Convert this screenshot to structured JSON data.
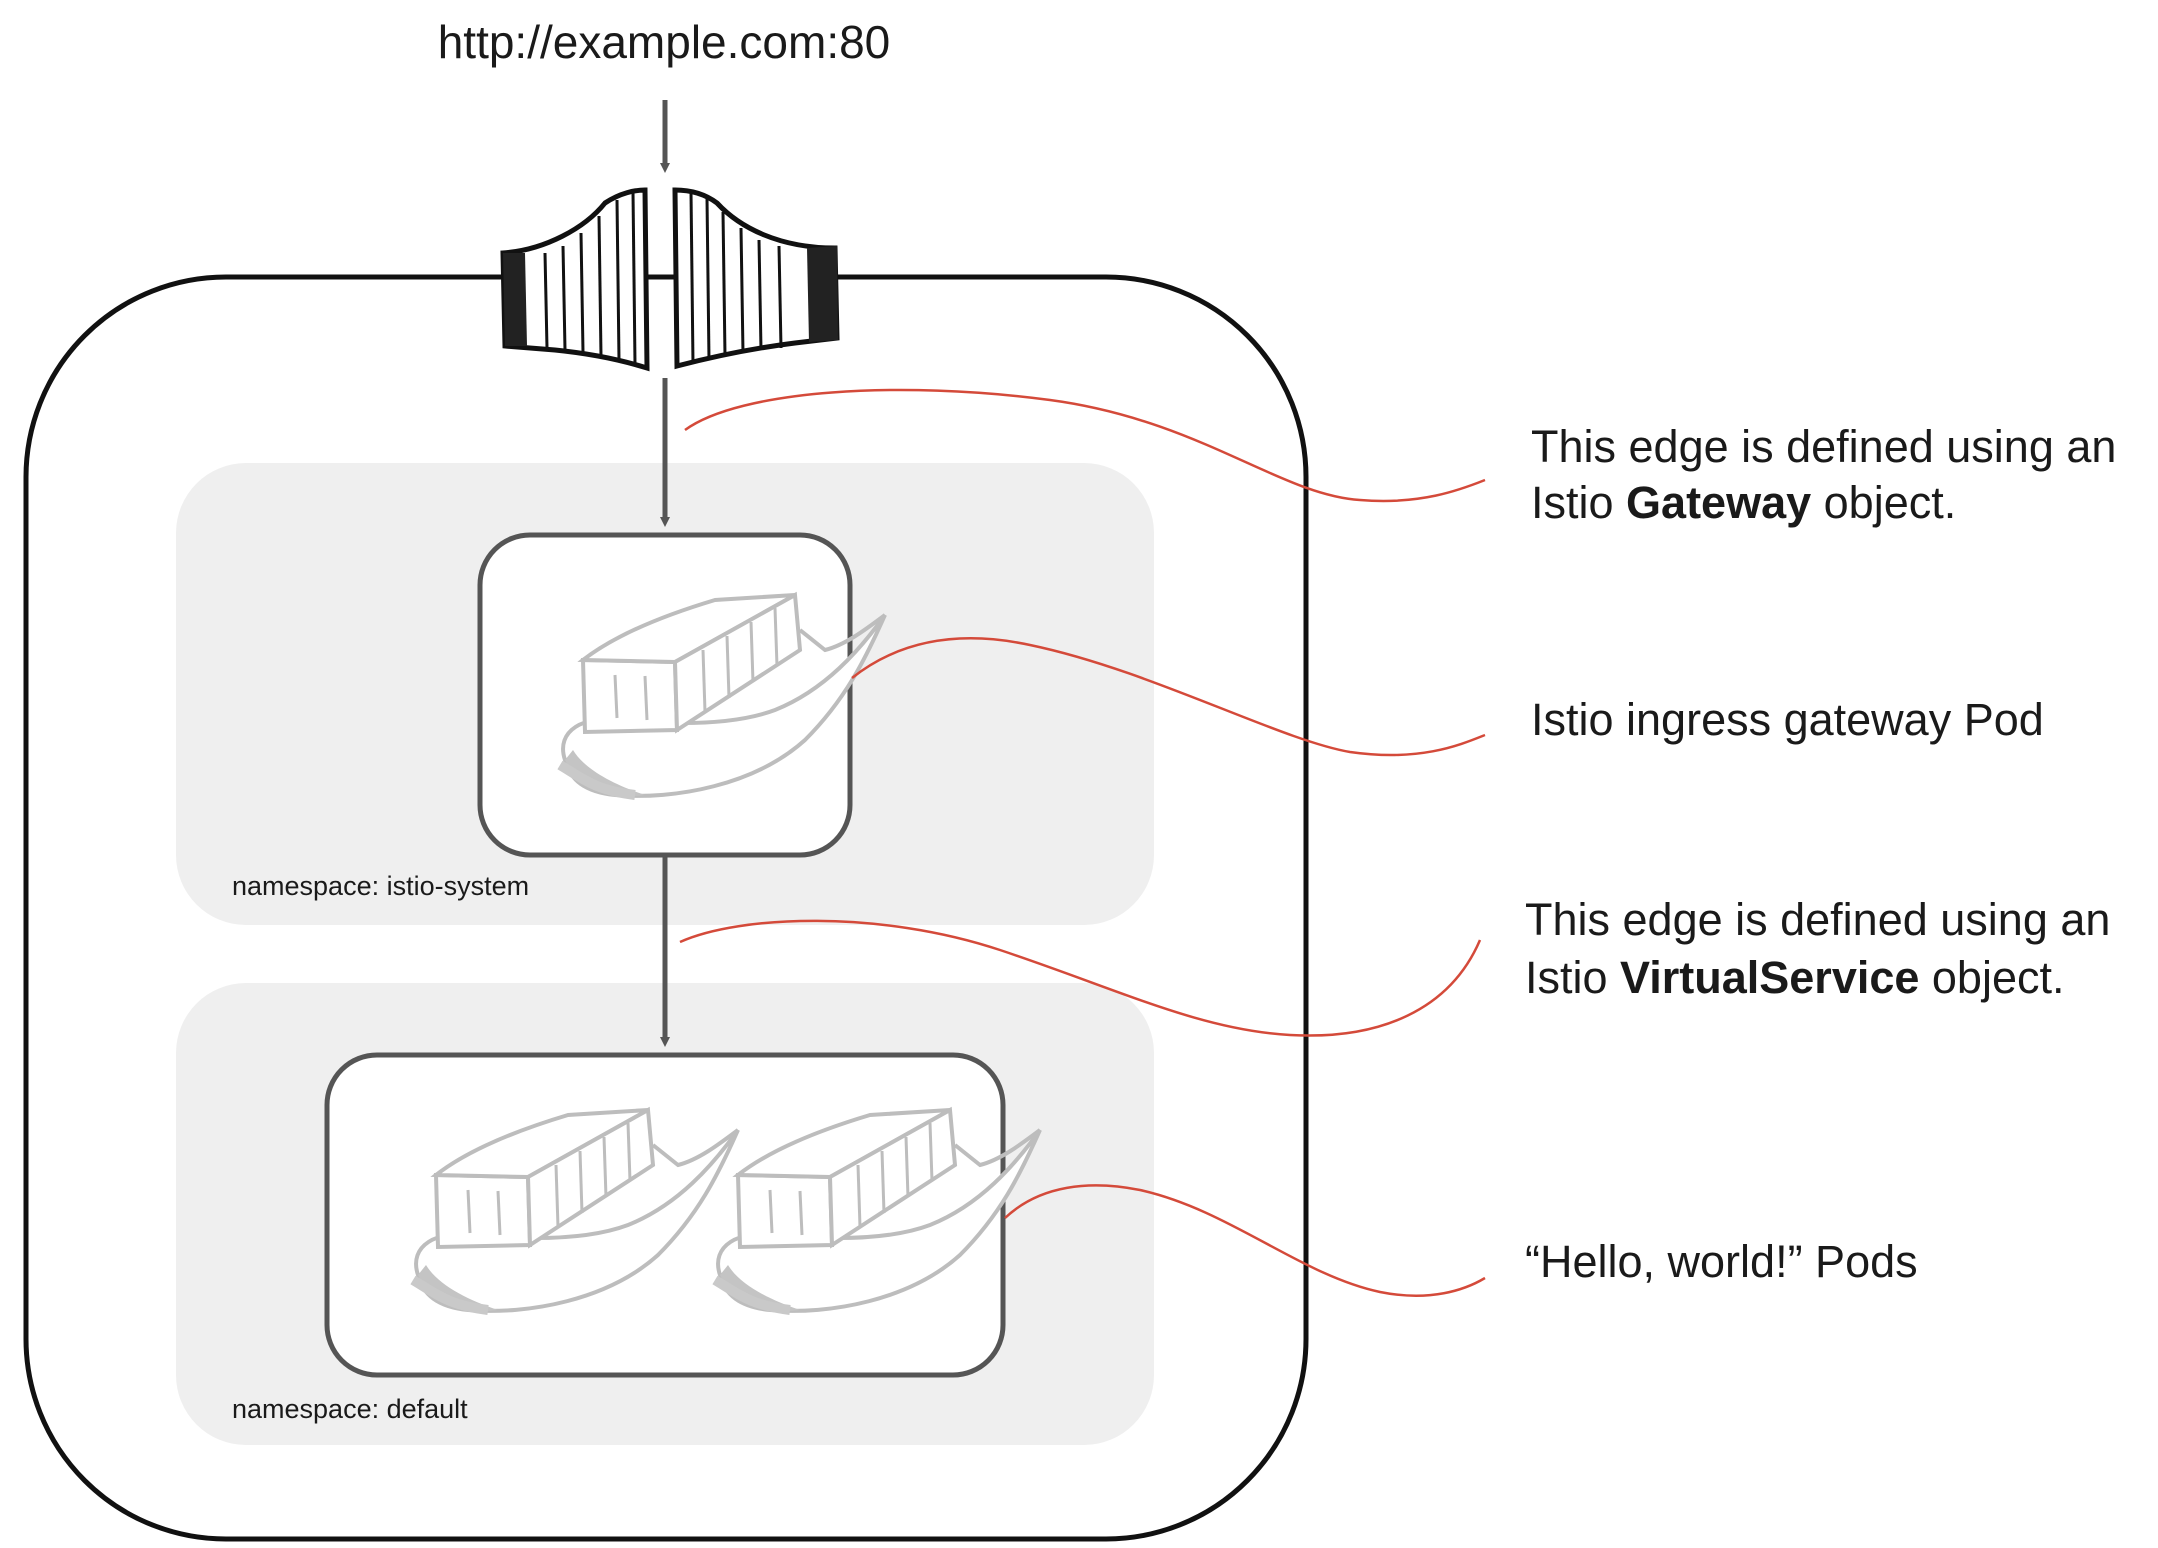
{
  "entry": {
    "url": "http://example.com:80"
  },
  "namespaces": [
    {
      "label": "namespace: istio-system"
    },
    {
      "label": "namespace: default"
    }
  ],
  "annotations": {
    "gateway_edge": {
      "line1": "This edge is defined using an",
      "line2_pre": "Istio ",
      "line2_bold": "Gateway",
      "line2_post": " object."
    },
    "ingress_pod": {
      "line1": "Istio ingress gateway Pod"
    },
    "virtualservice_edge": {
      "line1": "This edge is defined using an",
      "line2_pre": "Istio ",
      "line2_bold": "VirtualService",
      "line2_post": " object."
    },
    "hello_pods": {
      "line1": "“Hello, world!” Pods"
    }
  },
  "colors": {
    "arrow": "#555555",
    "namespace_fill": "#efefef",
    "leader_line": "#d44a3a",
    "box_stroke": "#555555",
    "cluster_stroke": "#111111",
    "whale": "#bdbdbd"
  },
  "icons": {
    "gateway": "gate-icon",
    "pod": "whale-container-icon"
  }
}
